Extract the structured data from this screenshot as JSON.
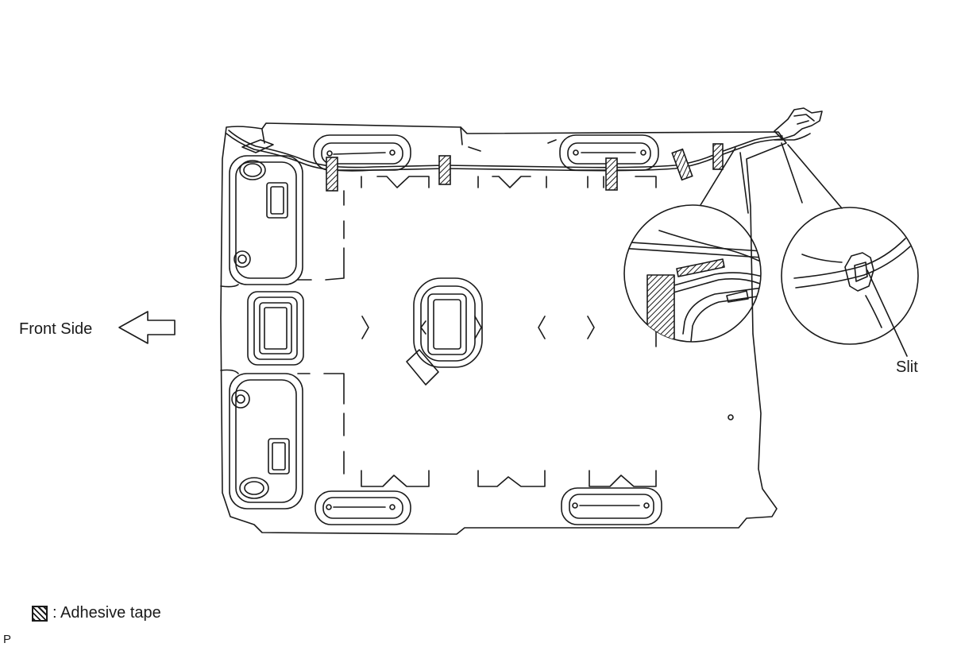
{
  "labels": {
    "front_side": "Front Side",
    "slit": "Slit",
    "legend_text": ": Adhesive tape",
    "figure_code": "P"
  },
  "colors": {
    "line": "#1a1a1a",
    "background": "#ffffff"
  },
  "icons": {
    "front_arrow": "left-arrow-icon",
    "tape": "hatched-tape-icon"
  }
}
